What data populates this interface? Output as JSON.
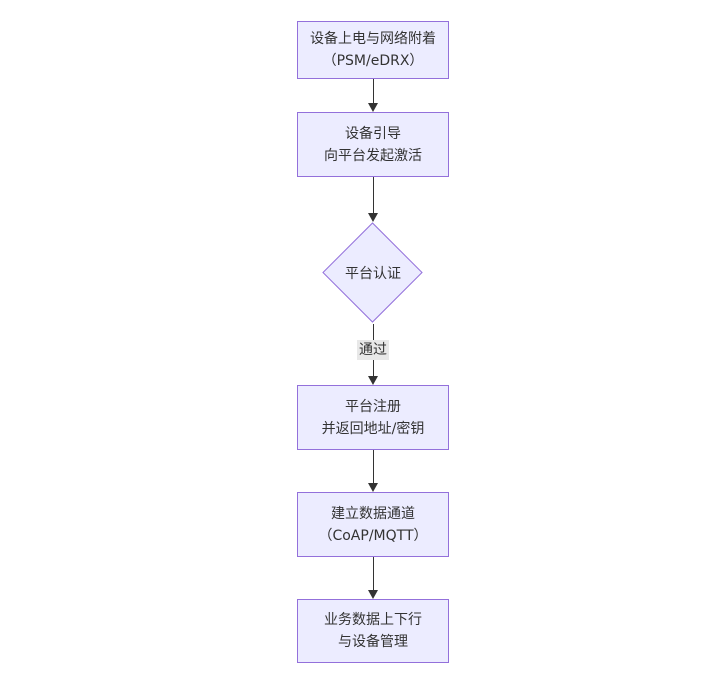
{
  "diagram": {
    "type": "flowchart",
    "direction": "top-down",
    "colors": {
      "background": "#ffffff",
      "node_fill": "#ececff",
      "node_border": "#9370db",
      "arrow_color": "#333333",
      "edge_label_bg": "#e8e8e8",
      "text_color": "#333333"
    },
    "nodes": [
      {
        "id": "power-network-attach",
        "type": "rect",
        "lines": [
          "设备上电与网络附着",
          "（PSM/eDRX）"
        ]
      },
      {
        "id": "device-bootstrap",
        "type": "rect",
        "lines": [
          "设备引导",
          "向平台发起激活"
        ]
      },
      {
        "id": "platform-auth",
        "type": "diamond",
        "lines": [
          "平台认证"
        ]
      },
      {
        "id": "platform-register",
        "type": "rect",
        "lines": [
          "平台注册",
          "并返回地址/密钥"
        ]
      },
      {
        "id": "data-channel",
        "type": "rect",
        "lines": [
          "建立数据通道",
          "（CoAP/MQTT）"
        ]
      },
      {
        "id": "business-data",
        "type": "rect",
        "lines": [
          "业务数据上下行",
          "与设备管理"
        ]
      }
    ],
    "edges": [
      {
        "from": "power-network-attach",
        "to": "device-bootstrap",
        "label": ""
      },
      {
        "from": "device-bootstrap",
        "to": "platform-auth",
        "label": ""
      },
      {
        "from": "platform-auth",
        "to": "platform-register",
        "label": "通过"
      },
      {
        "from": "platform-register",
        "to": "data-channel",
        "label": ""
      },
      {
        "from": "data-channel",
        "to": "business-data",
        "label": ""
      }
    ]
  }
}
